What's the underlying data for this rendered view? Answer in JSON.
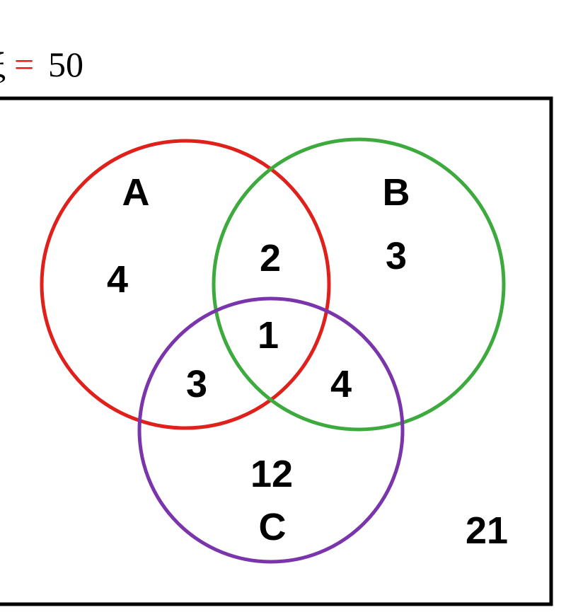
{
  "universe": {
    "symbol": "ξ",
    "equals": "=",
    "total": "50"
  },
  "sets": [
    {
      "name": "A",
      "color": "#e0201b"
    },
    {
      "name": "B",
      "color": "#3daa3d"
    },
    {
      "name": "C",
      "color": "#7a35ad"
    }
  ],
  "regions": {
    "A_only": "4",
    "B_only": "3",
    "C_only": "12",
    "A_and_B_only": "2",
    "A_and_C_only": "3",
    "B_and_C_only": "4",
    "A_and_B_and_C": "1",
    "outside": "21"
  }
}
